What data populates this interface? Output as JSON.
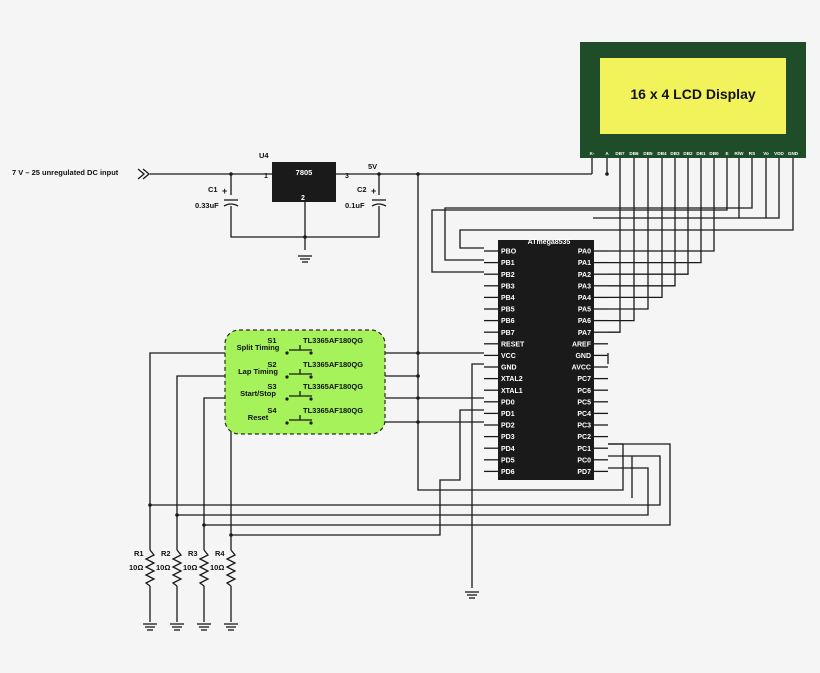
{
  "power": {
    "input_label": "7 V – 25 unregulated DC input",
    "rail_label": "5V"
  },
  "regulator": {
    "ref": "U4",
    "part": "7805",
    "pin_in": "1",
    "pin_gnd": "2",
    "pin_out": "3"
  },
  "capacitors": [
    {
      "ref": "C1",
      "value": "0.33uF"
    },
    {
      "ref": "C2",
      "value": "0.1uF"
    }
  ],
  "lcd": {
    "title": "16 x 4 LCD Display",
    "pins": [
      "K-",
      "A",
      "DB7",
      "DB6",
      "DB5",
      "DB4",
      "DB3",
      "DB2",
      "DB1",
      "DB0",
      "E",
      "R/W",
      "RS",
      "Vo",
      "VDD",
      "GND"
    ],
    "colors": {
      "frame": "#1f4d2a",
      "screen": "#f2f25a"
    }
  },
  "mcu": {
    "name": "ATmega8535",
    "left_pins": [
      "PBO",
      "PB1",
      "PB2",
      "PB3",
      "PB4",
      "PB5",
      "PB6",
      "PB7",
      "RESET",
      "VCC",
      "GND",
      "XTAL2",
      "XTAL1",
      "PD0",
      "PD1",
      "PD2",
      "PD3",
      "PD4",
      "PD5",
      "PD6"
    ],
    "right_pins": [
      "PA0",
      "PA1",
      "PA2",
      "PA3",
      "PA4",
      "PA5",
      "PA6",
      "PA7",
      "AREF",
      "GND",
      "AVCC",
      "PC7",
      "PC6",
      "PC5",
      "PC4",
      "PC3",
      "PC2",
      "PC1",
      "PC0",
      "PD7"
    ]
  },
  "switches": [
    {
      "ref": "S1",
      "label": "Split Timing",
      "part": "TL3365AF180QG"
    },
    {
      "ref": "S2",
      "label": "Lap Timing",
      "part": "TL3365AF180QG"
    },
    {
      "ref": "S3",
      "label": "Start/Stop",
      "part": "TL3365AF180QG"
    },
    {
      "ref": "S4",
      "label": "Reset",
      "part": "TL3365AF180QG"
    }
  ],
  "switch_panel_color": "#a6f25a",
  "resistors": [
    {
      "ref": "R1",
      "value": "10Ω"
    },
    {
      "ref": "R2",
      "value": "10Ω"
    },
    {
      "ref": "R3",
      "value": "10Ω"
    },
    {
      "ref": "R4",
      "value": "10Ω"
    }
  ]
}
